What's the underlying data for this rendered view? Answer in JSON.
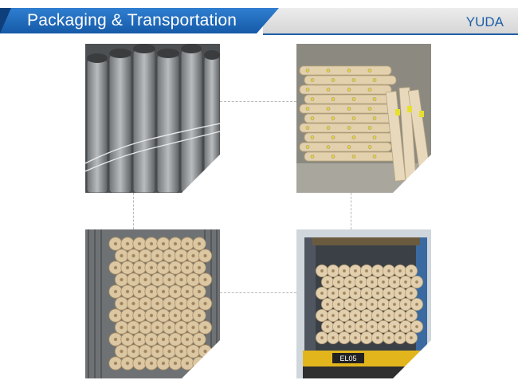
{
  "header": {
    "title": "Packaging & Transportation",
    "brand": "YUDA"
  },
  "photos": [
    {
      "icon": "stainless-steel-mesh-rolls-photo"
    },
    {
      "icon": "wrapped-mesh-rolls-warehouse-photo"
    },
    {
      "icon": "rolls-loaded-in-container-photo"
    },
    {
      "icon": "container-truck-loading-photo"
    }
  ],
  "truck": {
    "plate": "EL05"
  },
  "colors": {
    "banner_blue": "#1e6cc0",
    "banner_grey": "#dcdcdc",
    "brand_text": "#1e5fa8",
    "paper_roll": "#d9c6a5",
    "steel_roll": "#8f9396"
  }
}
